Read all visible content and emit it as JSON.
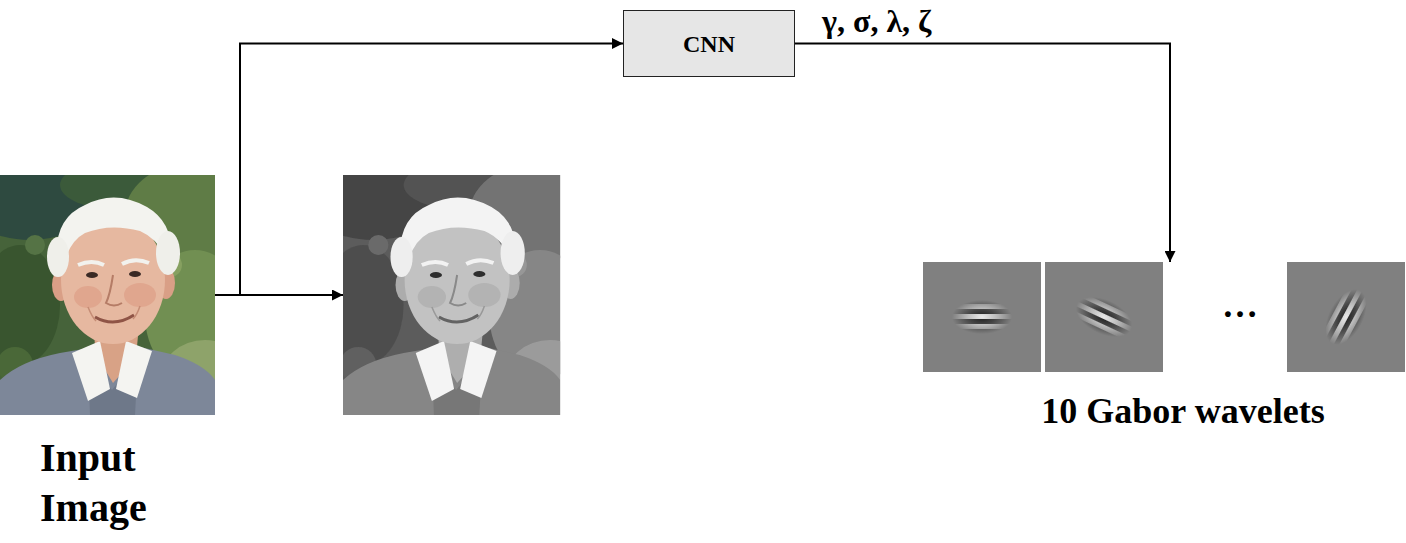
{
  "diagram": {
    "nodes": [
      {
        "text": [
          "Input Image"
        ]
      },
      {
        "text": []
      },
      {
        "text": [
          "CNN"
        ]
      },
      {
        "text": [
          "10 Gabor wavelets"
        ]
      }
    ],
    "edges": [
      {
        "from": 0,
        "to": 1,
        "arrow": "to"
      },
      {
        "from": 0,
        "to": 2,
        "arrow": "to"
      },
      {
        "from": 2,
        "to": 3,
        "arrow": "to",
        "label": "γ, σ, λ, ζ"
      }
    ],
    "labels": [
      "…"
    ]
  }
}
